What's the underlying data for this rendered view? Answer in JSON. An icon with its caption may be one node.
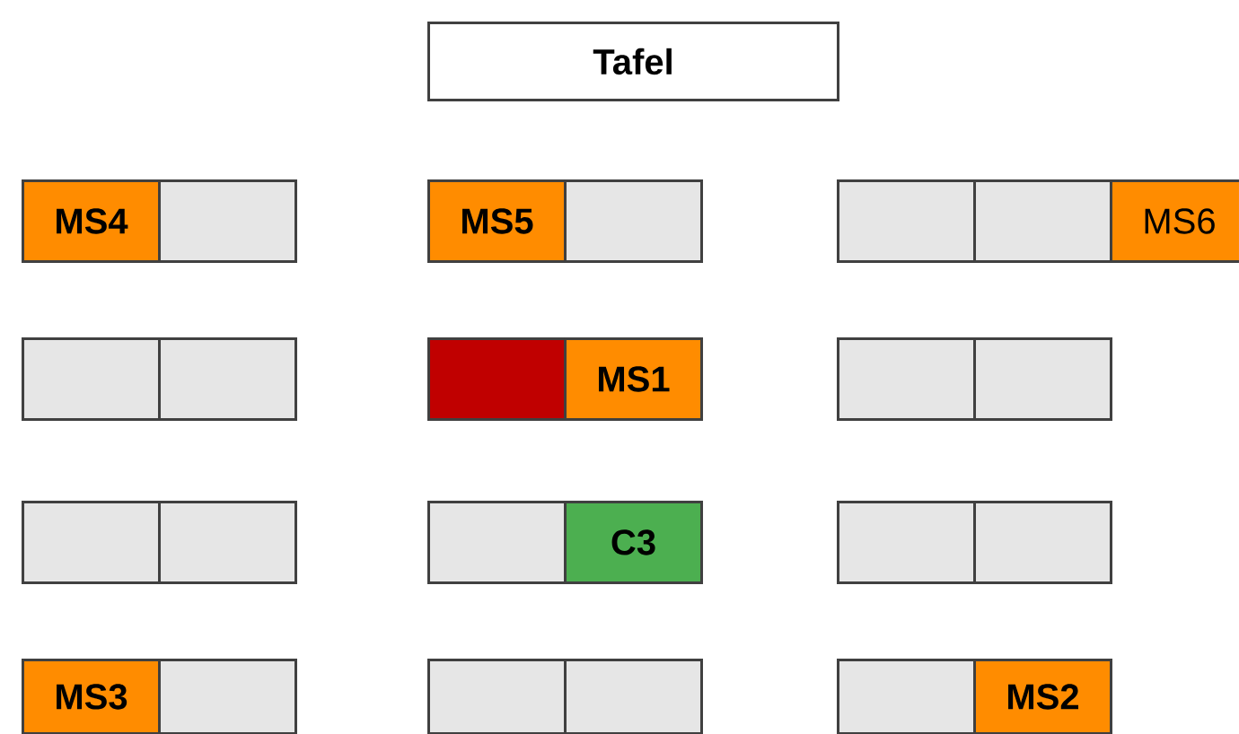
{
  "diagram": {
    "nodes": [
      {
        "text": [
          "Tafel"
        ]
      },
      {
        "text": [
          "MS4"
        ]
      },
      {
        "text": [],
        "shape": "box"
      },
      {
        "text": [
          "MS5"
        ]
      },
      {
        "text": [],
        "shape": "box"
      },
      {
        "text": [],
        "shape": "box"
      },
      {
        "text": [],
        "shape": "box"
      },
      {
        "text": [
          "MS6"
        ]
      },
      {
        "text": [],
        "shape": "box"
      },
      {
        "text": [],
        "shape": "box"
      },
      {
        "text": [],
        "shape": "box"
      },
      {
        "text": [
          "MS1"
        ]
      },
      {
        "text": [],
        "shape": "box"
      },
      {
        "text": [],
        "shape": "box"
      },
      {
        "text": [],
        "shape": "box"
      },
      {
        "text": [],
        "shape": "box"
      },
      {
        "text": [],
        "shape": "box"
      },
      {
        "text": [
          "C3"
        ]
      },
      {
        "text": [],
        "shape": "box"
      },
      {
        "text": [],
        "shape": "box"
      },
      {
        "text": [
          "MS3"
        ]
      },
      {
        "text": [],
        "shape": "box"
      },
      {
        "text": [],
        "shape": "box"
      },
      {
        "text": [],
        "shape": "box"
      },
      {
        "text": [],
        "shape": "box"
      },
      {
        "text": [
          "MS2"
        ]
      }
    ]
  }
}
